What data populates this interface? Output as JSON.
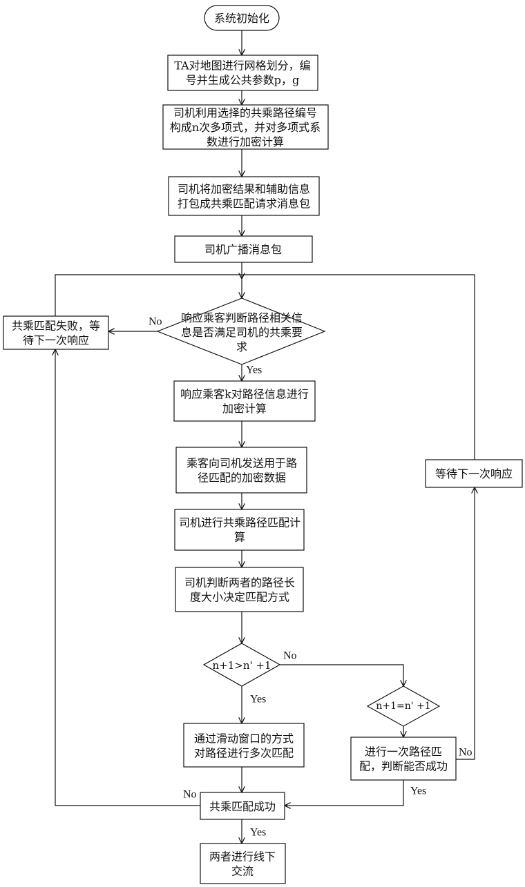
{
  "nodes": {
    "start": [
      "系统初始化"
    ],
    "ta_grid": [
      "TA对地图进行网格划分，编",
      "号并生成公共参数p，g"
    ],
    "driver_poly": [
      "司机利用选择的共乘路径编号",
      "构成n次多项式，并对多项式系",
      "数进行加密计算"
    ],
    "driver_pack": [
      "司机将加密结果和辅助信息",
      "打包成共乘匹配请求消息包"
    ],
    "driver_broadcast": [
      "司机广播消息包"
    ],
    "decision_passenger": [
      "响应乘客判断路径相关信",
      "息是否满足司机的共乘要",
      "求"
    ],
    "fail_wait": [
      "共乘匹配失败，等",
      "待下一次响应"
    ],
    "passenger_encrypt": [
      "响应乘客k对路径信息进行",
      "加密计算"
    ],
    "passenger_send": [
      "乘客向司机发送用于路",
      "径匹配的加密数据"
    ],
    "driver_match": [
      "司机进行共乘路径匹配计",
      "算"
    ],
    "driver_judge": [
      "司机判断两者的路径长",
      "度大小决定匹配方式"
    ],
    "decision_gt": [
      "n+1>n' +1"
    ],
    "decision_eq": [
      "n+1=n' +1"
    ],
    "sliding_window": [
      "通过滑动窗口的方式",
      "对路径进行多次匹配"
    ],
    "single_match": [
      "进行一次路径匹",
      "配，判断能否成功"
    ],
    "wait_next": [
      "等待下一次响应"
    ],
    "match_success": [
      "共乘匹配成功"
    ],
    "offline": [
      "两者进行线下",
      "交流"
    ]
  },
  "edge_labels": {
    "passenger_no": "No",
    "passenger_yes": "Yes",
    "gt_no": "No",
    "gt_yes": "Yes",
    "single_no": "No",
    "single_yes": "Yes",
    "success_no": "No",
    "success_yes": "Yes"
  }
}
